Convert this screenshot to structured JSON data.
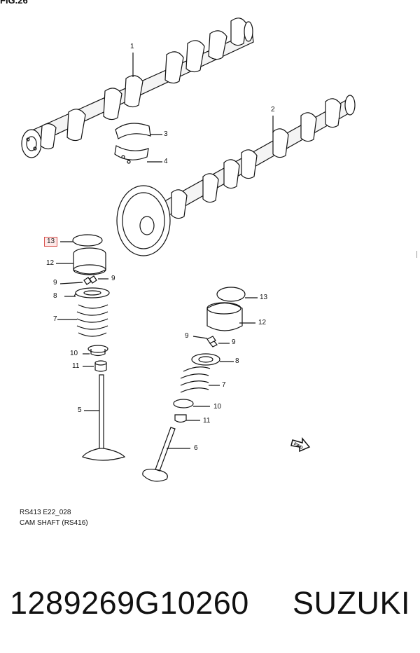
{
  "figure": {
    "title": "FIG.26",
    "code": "RS413 E22_028",
    "caption": "CAM SHAFT (RS416)"
  },
  "callouts": {
    "c1": "1",
    "c2": "2",
    "c3": "3",
    "c4": "4",
    "c13a": "13",
    "c12a": "12",
    "c9a": "9",
    "c9b": "9",
    "c8a": "8",
    "c7a": "7",
    "c10a": "10",
    "c11a": "11",
    "c5": "5",
    "c13b": "13",
    "c12b": "12",
    "c9c": "9",
    "c9d": "9",
    "c8b": "8",
    "c7b": "7",
    "c10b": "10",
    "c11b": "11",
    "c6": "6",
    "fwd": "FWD"
  },
  "footer": {
    "part_number": "1289269G10260",
    "brand": "SUZUKI"
  },
  "colors": {
    "highlight_border": "#d9534f",
    "highlight_fill": "#fde8e8",
    "line": "#111111"
  }
}
